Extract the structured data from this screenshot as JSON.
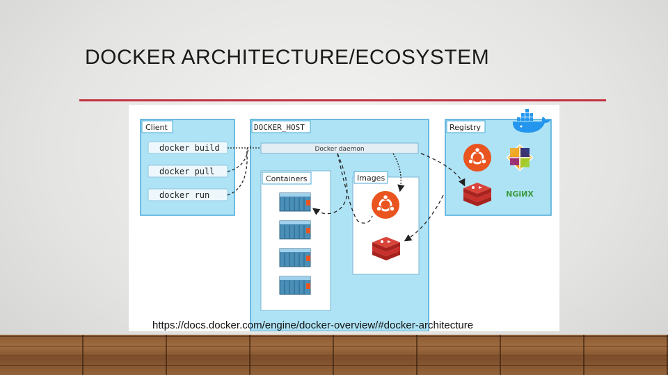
{
  "slide": {
    "title": "DOCKER ARCHITECTURE/ECOSYSTEM",
    "caption": "https://docs.docker.com/engine/docker-overview/#docker-architecture"
  },
  "diagram": {
    "client": {
      "label": "Client",
      "commands": [
        "docker build",
        "docker pull",
        "docker run"
      ]
    },
    "host": {
      "label": "DOCKER_HOST",
      "daemon": "Docker daemon",
      "containers_label": "Containers",
      "images_label": "Images",
      "container_count": 4
    },
    "registry": {
      "label": "Registry",
      "nginx_label": "NGiИX"
    },
    "colors": {
      "panel": "#aee3f5",
      "panel_border": "#4aa8d6",
      "accent": "#c3303f",
      "ubuntu": "#e9541f",
      "redis": "#c9302c",
      "container": "#4a8fb8",
      "nginx": "#3c9a3c",
      "docker_whale": "#2496ed"
    }
  }
}
